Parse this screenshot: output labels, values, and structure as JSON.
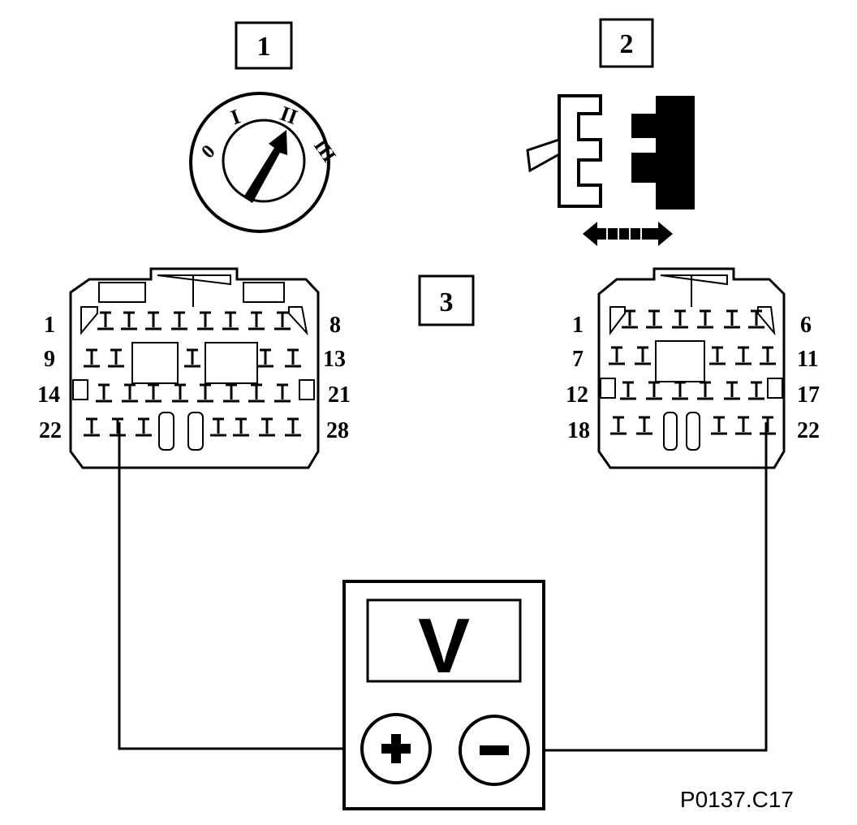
{
  "callouts": {
    "ignition_switch": "1",
    "connector_disconnect": "2",
    "connector_view": "3"
  },
  "ignition_switch": {
    "positions": [
      "0",
      "I",
      "II",
      "III"
    ]
  },
  "left_connector": {
    "row_labels_left": [
      "1",
      "9",
      "14",
      "22"
    ],
    "row_labels_right": [
      "8",
      "13",
      "21",
      "28"
    ]
  },
  "right_connector": {
    "row_labels_left": [
      "1",
      "7",
      "12",
      "18"
    ],
    "row_labels_right": [
      "6",
      "11",
      "17",
      "22"
    ]
  },
  "meter": {
    "display": "V",
    "positive_symbol": "+",
    "negative_symbol": "−"
  },
  "reference_code": "P0137.C17",
  "colors": {
    "ink": "#000000",
    "paper": "#ffffff"
  }
}
